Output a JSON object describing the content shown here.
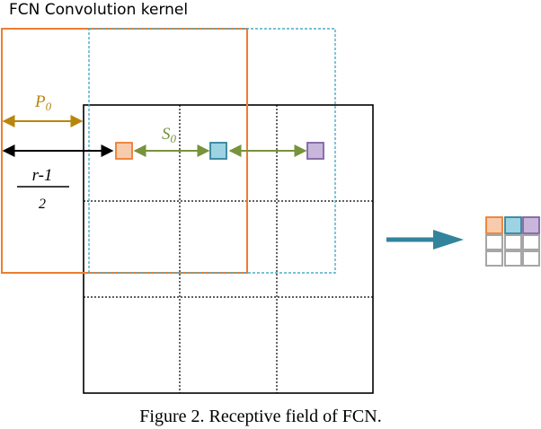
{
  "title": "FCN Convolution kernel",
  "caption": "Figure 2. Receptive field of FCN.",
  "labels": {
    "p0": {
      "main": "P",
      "sub": "0"
    },
    "s0": {
      "main": "S",
      "sub": "0"
    },
    "fraction": {
      "numerator": "r-1",
      "denominator": "2"
    }
  },
  "colors": {
    "kernel1": "#ED7D31",
    "kernel2": "#4BACC6",
    "square1_fill": "#F8CBAD",
    "square2_fill": "#9DD3E2",
    "square3_fill": "#C8B7DA",
    "square3_stroke": "#8064A2",
    "p0_arrow": "#B8860B",
    "s0_arrow": "#77933C",
    "s0_text": "#77933C",
    "big_arrow": "#31849B",
    "output_grid": "#A6A6A6"
  }
}
